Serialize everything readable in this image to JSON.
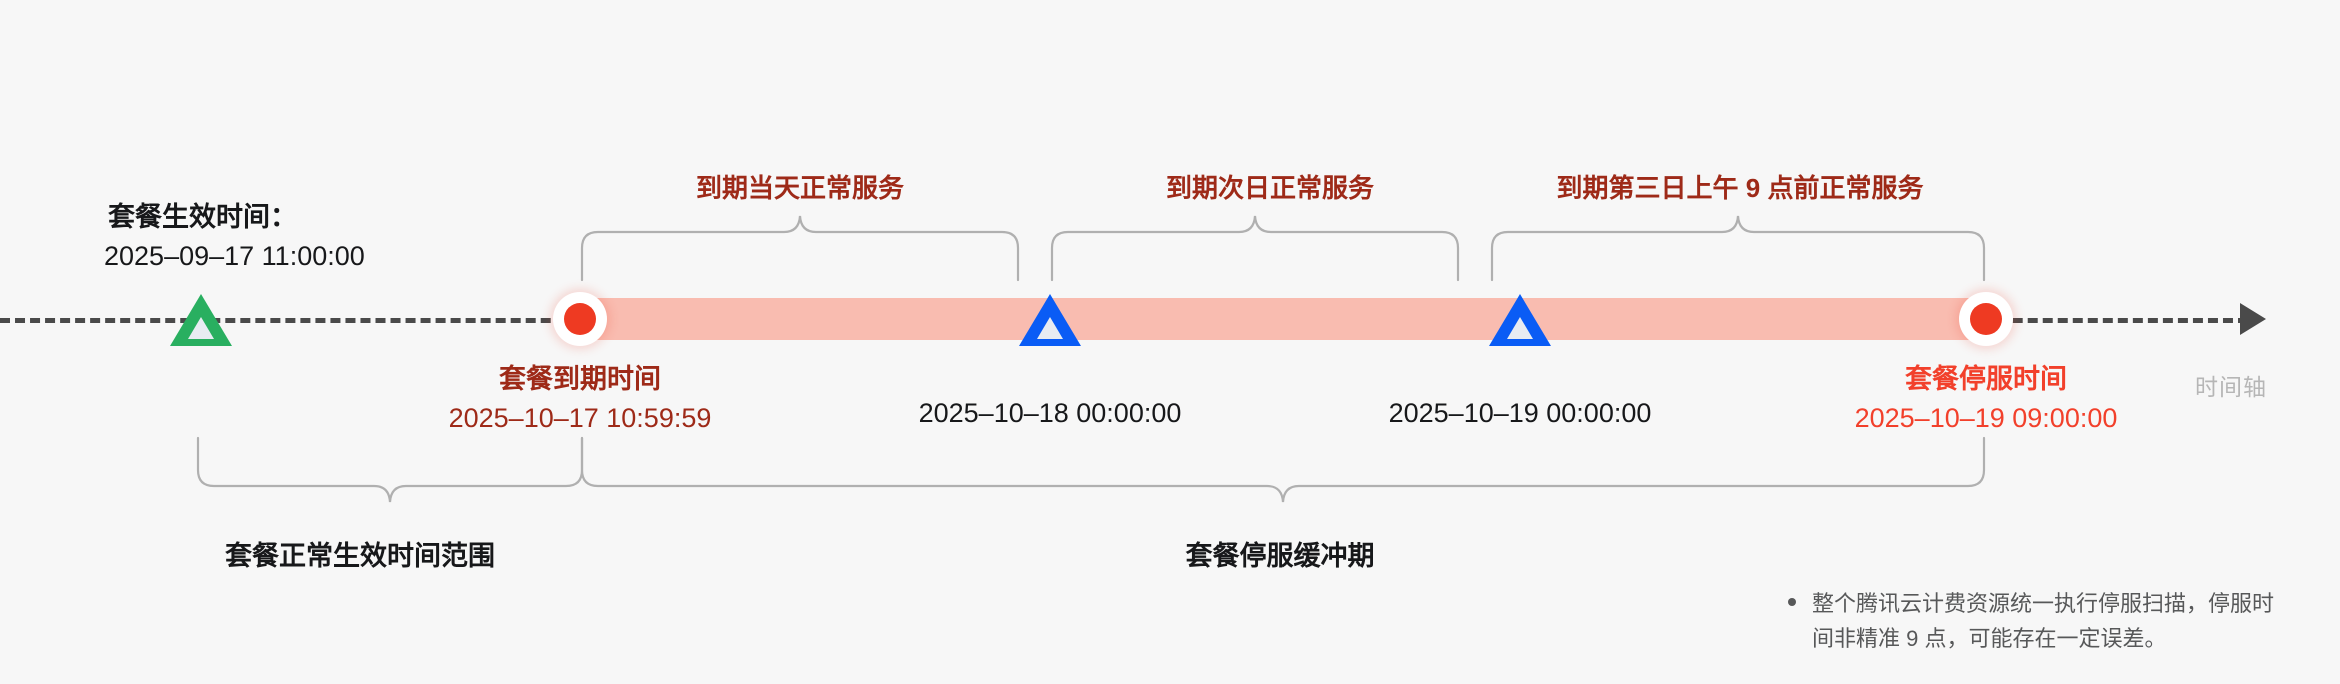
{
  "axis": {
    "caption": "时间轴",
    "direction": "right"
  },
  "colors": {
    "background": "#F7F7F7",
    "band": "#F9BCB0",
    "red_dot": "#EE3A22",
    "green_marker": "#29AF60",
    "blue_marker": "#0A5CF5",
    "segment_label": "#9E2A18",
    "stop_label": "#F2402B",
    "axis_line": "#4A4A4A",
    "brace": "#B0B0B0",
    "footnote": "#575859",
    "axis_caption": "#B6B6B6"
  },
  "markers": [
    {
      "id": "effective",
      "icon": "green-triangle-marker",
      "title": "套餐生效时间：",
      "time": "2025–09–17 11:00:00",
      "position": "above-axis-left"
    },
    {
      "id": "expire",
      "icon": "red-dot-marker",
      "title": "套餐到期时间",
      "time": "2025–10–17 10:59:59",
      "position": "below-axis"
    },
    {
      "id": "day2",
      "icon": "blue-triangle-marker",
      "title": "",
      "time": "2025–10–18 00:00:00",
      "position": "below-axis"
    },
    {
      "id": "day3",
      "icon": "blue-triangle-marker",
      "title": "",
      "time": "2025–10–19 00:00:00",
      "position": "below-axis"
    },
    {
      "id": "stop",
      "icon": "red-dot-marker",
      "title": "套餐停服时间",
      "time": "2025–10–19 09:00:00",
      "position": "below-axis"
    }
  ],
  "segments": [
    {
      "id": "seg-day1",
      "label": "到期当天正常服务"
    },
    {
      "id": "seg-day2",
      "label": "到期次日正常服务"
    },
    {
      "id": "seg-day3",
      "label": "到期第三日上午 9 点前正常服务"
    }
  ],
  "braces": [
    {
      "id": "brace-normal-range",
      "label": "套餐正常生效时间范围"
    },
    {
      "id": "brace-buffer-period",
      "label": "套餐停服缓冲期"
    }
  ],
  "footnote": {
    "text": "整个腾讯云计费资源统一执行停服扫描，停服时间非精准 9 点，可能存在一定误差。"
  }
}
